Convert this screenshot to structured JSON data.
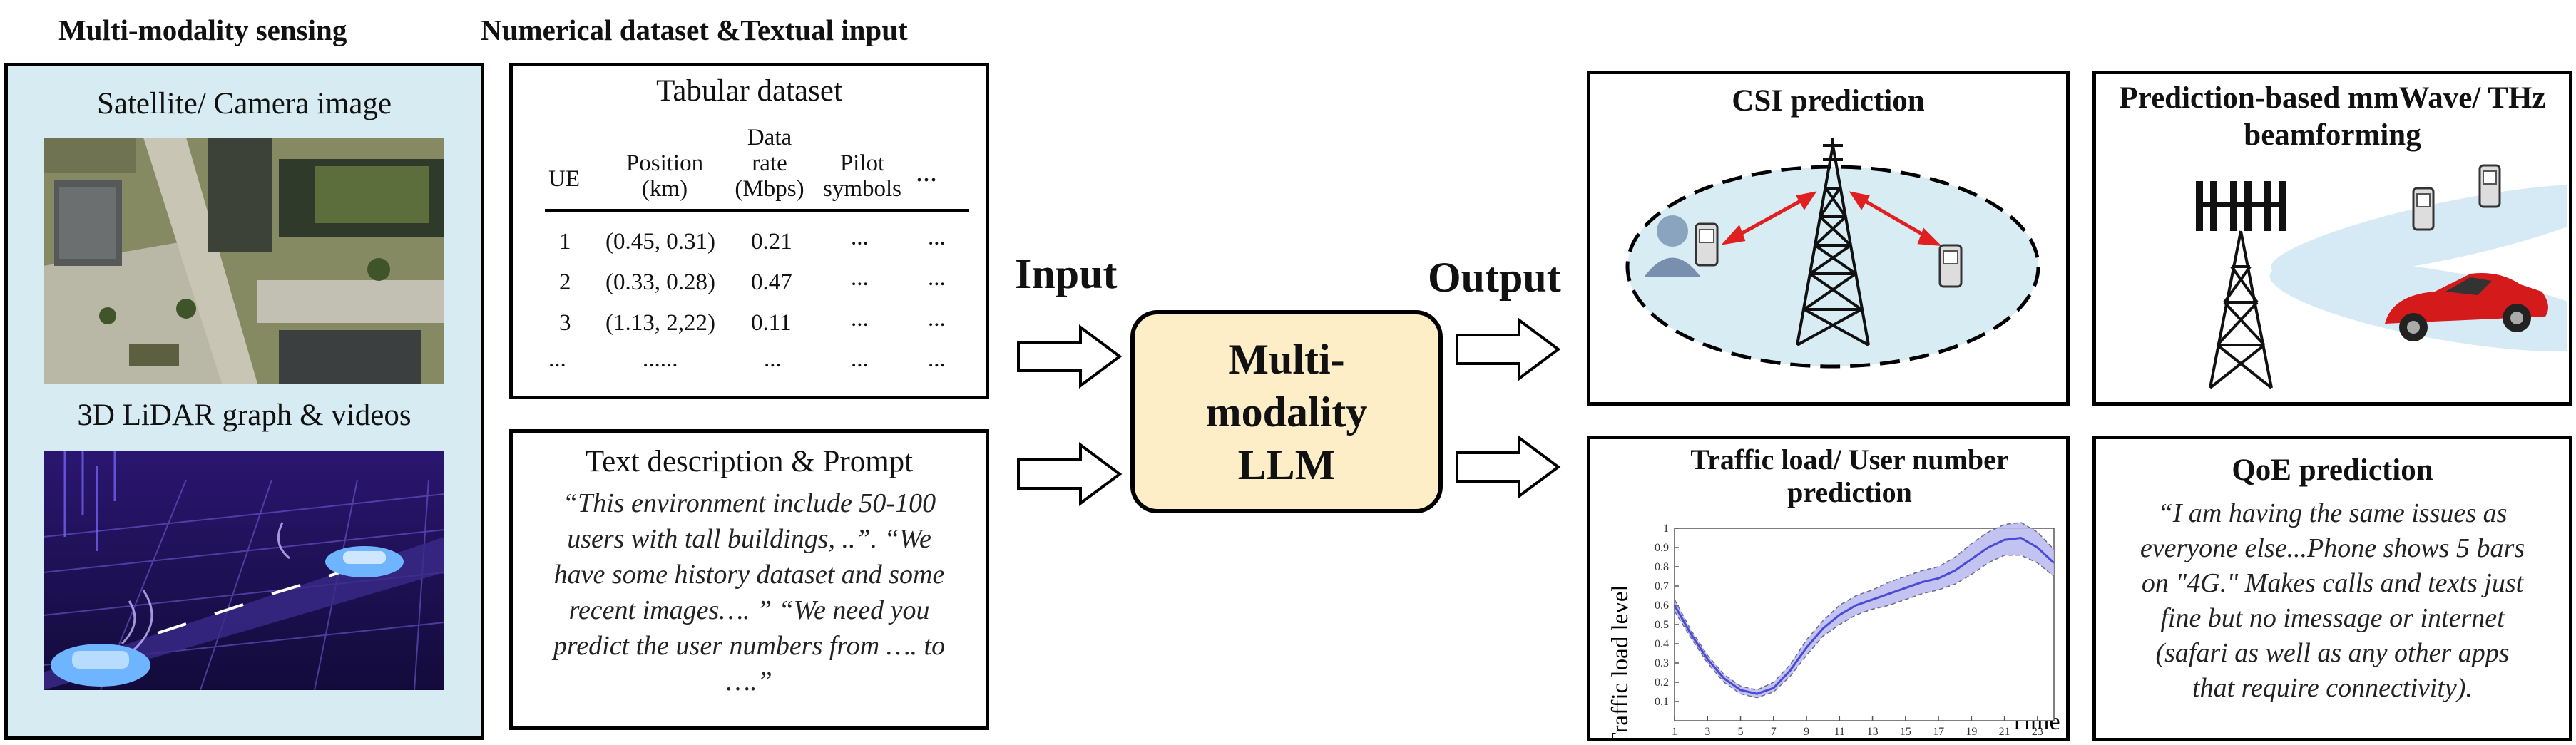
{
  "left": {
    "heading": "Multi-modality sensing",
    "satellite_label": "Satellite/ Camera image",
    "lidar_label": "3D LiDAR graph & videos"
  },
  "middle": {
    "heading": "Numerical dataset &Textual input",
    "tabular": {
      "title": "Tabular dataset",
      "headers": [
        "UE",
        "Position\n(km)",
        "Data\nrate\n(Mbps)",
        "Pilot\nsymbols",
        "..."
      ],
      "rows": [
        [
          "1",
          "(0.45, 0.31)",
          "0.21",
          "...",
          "..."
        ],
        [
          "2",
          "(0.33, 0.28)",
          "0.47",
          "...",
          "..."
        ],
        [
          "3",
          "(1.13, 2,22)",
          "0.11",
          "...",
          "..."
        ],
        [
          "...",
          "......",
          "...",
          "...",
          "..."
        ]
      ]
    },
    "text": {
      "title": "Text description & Prompt",
      "quote": "“This environment include 50-100 users with tall buildings, ..”. “We have some history dataset and some recent images…. ” “We need you predict the user numbers from …. to ….”"
    }
  },
  "center": {
    "input_label": "Input",
    "output_label": "Output",
    "llm_label": "Multi-modality LLM",
    "llm_color": "#fdeec8"
  },
  "right": {
    "csi": {
      "title": "CSI prediction"
    },
    "beam": {
      "title": "Prediction-based mmWave/ THz beamforming"
    },
    "traffic": {
      "title": "Traffic load/ User number prediction",
      "chart_data": {
        "type": "line",
        "title": "",
        "xlabel": "Time",
        "ylabel": "Traffic load level",
        "xlim": [
          1,
          24
        ],
        "ylim": [
          0,
          1
        ],
        "x_ticks": [
          "1",
          "3",
          "5",
          "7",
          "9",
          "11",
          "13",
          "15",
          "17",
          "19",
          "21",
          "23"
        ],
        "y_ticks": [
          "0.1",
          "0.2",
          "0.3",
          "0.4",
          "0.5",
          "0.6",
          "0.7",
          "0.8",
          "0.9",
          "1"
        ],
        "x": [
          1,
          2,
          3,
          4,
          5,
          6,
          7,
          8,
          9,
          10,
          11,
          12,
          13,
          14,
          15,
          16,
          17,
          18,
          19,
          20,
          21,
          22,
          23,
          24
        ],
        "series": [
          {
            "values": [
              0.6,
              0.45,
              0.32,
              0.22,
              0.16,
              0.14,
              0.17,
              0.26,
              0.38,
              0.48,
              0.55,
              0.6,
              0.63,
              0.66,
              0.69,
              0.72,
              0.74,
              0.78,
              0.84,
              0.9,
              0.94,
              0.95,
              0.9,
              0.82
            ],
            "lower": [
              0.57,
              0.43,
              0.3,
              0.2,
              0.14,
              0.12,
              0.15,
              0.23,
              0.34,
              0.44,
              0.5,
              0.55,
              0.58,
              0.6,
              0.63,
              0.66,
              0.68,
              0.71,
              0.76,
              0.82,
              0.86,
              0.86,
              0.82,
              0.75
            ],
            "upper": [
              0.63,
              0.47,
              0.34,
              0.24,
              0.18,
              0.16,
              0.2,
              0.29,
              0.42,
              0.52,
              0.6,
              0.65,
              0.68,
              0.72,
              0.75,
              0.78,
              0.8,
              0.85,
              0.92,
              0.98,
              1.02,
              1.03,
              0.98,
              0.89
            ]
          }
        ],
        "colors": {
          "line": "#4a4ad6",
          "band": "#b9b9f0"
        }
      }
    },
    "qoe": {
      "title": "QoE prediction",
      "quote": "“I am having the same issues as everyone else...Phone shows 5 bars on \"4G.\" Makes calls and texts just fine but no imessage or internet (safari as well as any other apps that require connectivity)."
    }
  }
}
